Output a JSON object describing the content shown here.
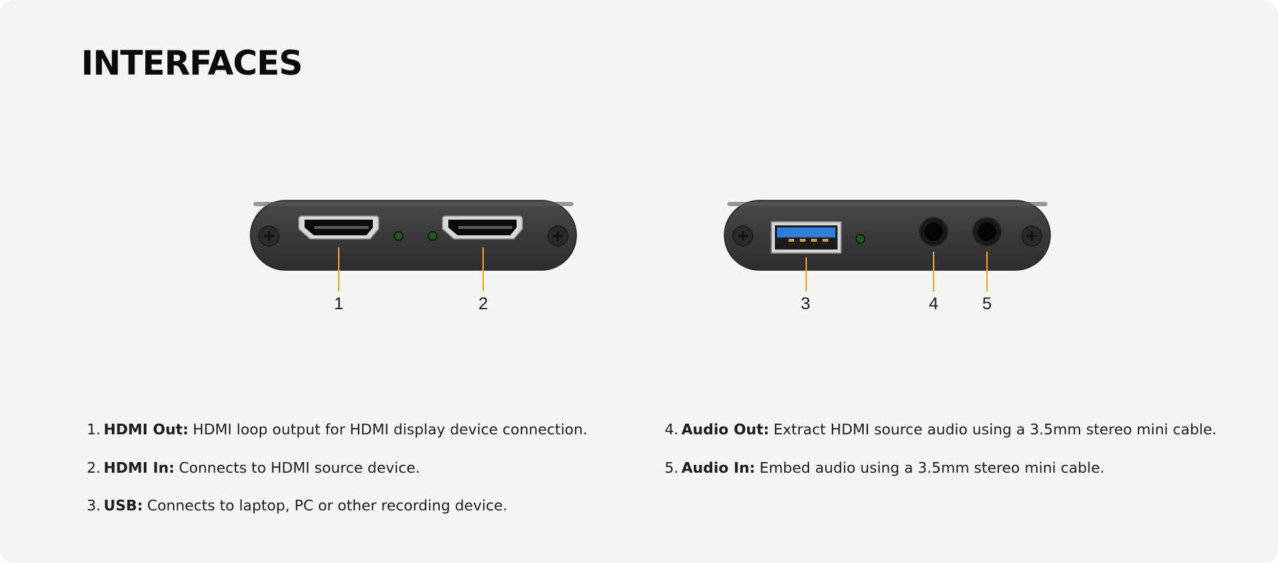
{
  "page": {
    "title": "INTERFACES"
  },
  "devices": {
    "left": {
      "callouts": [
        "1",
        "2"
      ]
    },
    "right": {
      "callouts": [
        "3",
        "4",
        "5"
      ]
    }
  },
  "descriptions": {
    "left_column": [
      {
        "num": "1.",
        "term": "HDMI Out:",
        "text": "HDMI loop output for HDMI display device connection."
      },
      {
        "num": "2.",
        "term": "HDMI In:",
        "text": "Connects to HDMI source device."
      },
      {
        "num": "3.",
        "term": "USB:",
        "text": "Connects to laptop, PC or other recording device."
      }
    ],
    "right_column": [
      {
        "num": "4.",
        "term": "Audio Out:",
        "text": "Extract HDMI source audio using a 3.5mm stereo mini cable."
      },
      {
        "num": "5.",
        "term": "Audio In:",
        "text": "Embed audio using a 3.5mm stereo mini cable."
      }
    ]
  },
  "colors": {
    "background": "#f4f4f5",
    "device_body": "#3d3d3f",
    "callout_line": "#f5a524",
    "usb_blue": "#2f7fd8",
    "led_green": "#1f5a1f"
  },
  "icons": [
    "screw-icon",
    "hdmi-port-icon",
    "usb-port-icon",
    "audio-jack-icon",
    "led-indicator-icon"
  ]
}
